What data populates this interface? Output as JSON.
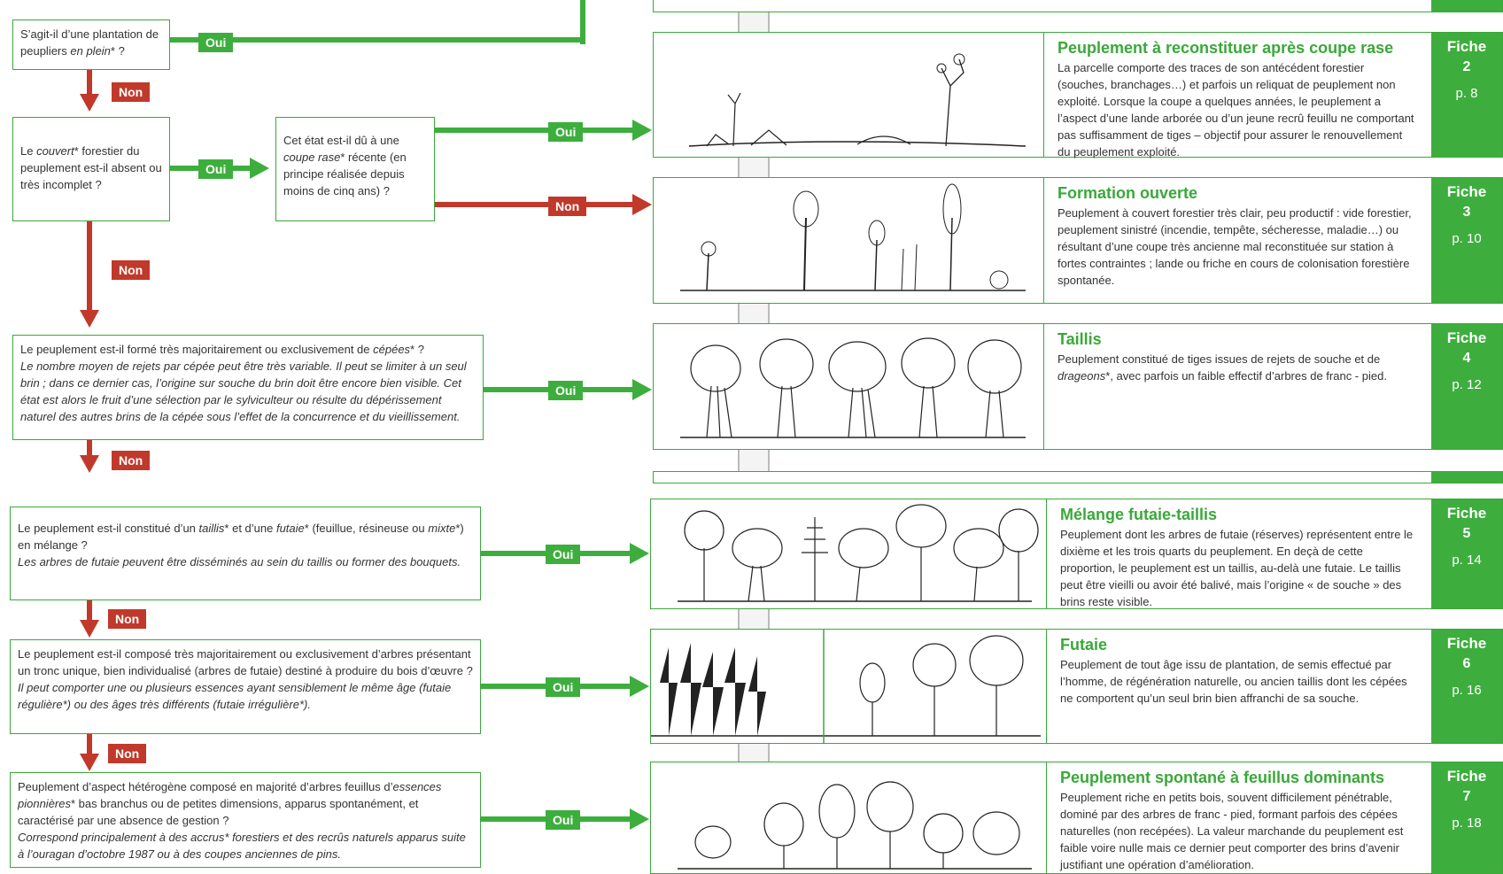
{
  "labels": {
    "oui": "Oui",
    "non": "Non"
  },
  "questions": {
    "q1": {
      "pre": "S’agit-il d’une plantation de peupliers ",
      "em": "en plein",
      "post": "* ?"
    },
    "q2": {
      "pre": "Le ",
      "em": "couvert",
      "post": "* forestier du peuplement est-il absent ou très incomplet ?"
    },
    "q2b": {
      "pre": "Cet état est-il dû à une ",
      "em": "coupe rase",
      "post": "* récente (en principe réalisée depuis moins de cinq ans) ?"
    },
    "q3": {
      "pre": "Le peuplement est-il formé très majoritairement ou exclusivement de ",
      "em": "cépées",
      "post": "* ?",
      "note": "Le nombre moyen de rejets par cépée peut être très variable. Il peut se limiter à un seul brin ; dans ce dernier cas, l’origine sur souche du brin doit être encore bien visible. Cet état est alors le fruit d’une sélection par le sylviculteur ou résulte du dépérissement naturel des autres brins de la cépée sous l’effet de la concurrence et du vieillissement."
    },
    "q4": {
      "pre": "Le peuplement est-il constitué d’un ",
      "em1": "taillis",
      "mid": "* et d’une ",
      "em2": "futaie",
      "mid2": "* (feuillue, résineuse ou ",
      "em3": "mixte",
      "post": "*) en mélange ?",
      "note": "Les arbres de futaie peuvent être disséminés au sein du taillis ou former des bouquets."
    },
    "q5": {
      "text": "Le peuplement est-il composé très majoritairement ou exclusivement d’arbres présentant un tronc unique, bien individualisé (arbres de futaie) destiné à produire du bois d’œuvre ?",
      "note": "Il peut comporter une ou plusieurs essences ayant sensiblement le même âge (futaie régulière*) ou des âges très différents (futaie irrégulière*)."
    },
    "q6": {
      "pre": "Peuplement d’aspect hétérogène composé en majorité d’arbres feuillus d’",
      "em": "essences pionnières",
      "post": "* bas branchus ou de petites dimensions, apparus spontanément, et caractérisé par une absence de gestion ?",
      "note": "Correspond principalement à des accrus* forestiers et des recrûs naturels apparus suite à l’ouragan d’octobre 1987 ou à des coupes anciennes de pins."
    }
  },
  "cards": [
    {
      "title": "Peuplement à reconstituer après coupe rase",
      "body": "La parcelle comporte des traces de son antécédent forestier (souches, branchages…) et parfois un reliquat de peuplement non exploité. Lorsque la coupe a quelques années, le peuplement a l’aspect d’une lande arborée ou d’un jeune recrû feuillu ne comportant pas suffisamment de tiges – objectif pour assurer le renouvellement du peuplement exploité.",
      "fiche": "Fiche",
      "num": "2",
      "page": "p. 8"
    },
    {
      "title": "Formation ouverte",
      "body": "Peuplement à couvert forestier très clair, peu productif : vide forestier, peuplement sinistré (incendie, tempête, sécheresse, maladie…) ou résultant d’une coupe très ancienne mal reconstituée sur station à fortes contraintes ; lande ou friche en cours de colonisation forestière spontanée.",
      "fiche": "Fiche",
      "num": "3",
      "page": "p. 10"
    },
    {
      "title": "Taillis",
      "body_pre": "Peuplement constitué de tiges issues de rejets de souche et de ",
      "body_em": "drageons",
      "body_post": "*, avec parfois un faible effectif d’arbres de franc - pied.",
      "fiche": "Fiche",
      "num": "4",
      "page": "p. 12"
    },
    {
      "title": "Mélange futaie-taillis",
      "body": "Peuplement dont les arbres de futaie (réserves) représentent entre le dixième et les trois quarts du peuplement. En deçà de cette proportion, le peuplement est un taillis, au-delà une futaie. Le taillis peut être vieilli ou avoir été balivé, mais l’origine « de souche » des brins reste visible.",
      "fiche": "Fiche",
      "num": "5",
      "page": "p. 14"
    },
    {
      "title": "Futaie",
      "body": "Peuplement de tout âge issu de plantation, de semis effectué par l’homme, de régénération naturelle, ou ancien taillis dont les cépées ne comportent qu’un seul brin bien affranchi de sa souche.",
      "fiche": "Fiche",
      "num": "6",
      "page": "p. 16"
    },
    {
      "title": "Peuplement spontané à feuillus dominants",
      "body": "Peuplement riche en petits bois, souvent difficilement pénétrable, dominé par des arbres de franc - pied, formant parfois des cépées naturelles (non recépées). La valeur marchande du peuplement est faible voire nulle mais ce dernier peut comporter des brins d’avenir justifiant une opération d’amélioration.",
      "fiche": "Fiche",
      "num": "7",
      "page": "p. 18"
    }
  ]
}
